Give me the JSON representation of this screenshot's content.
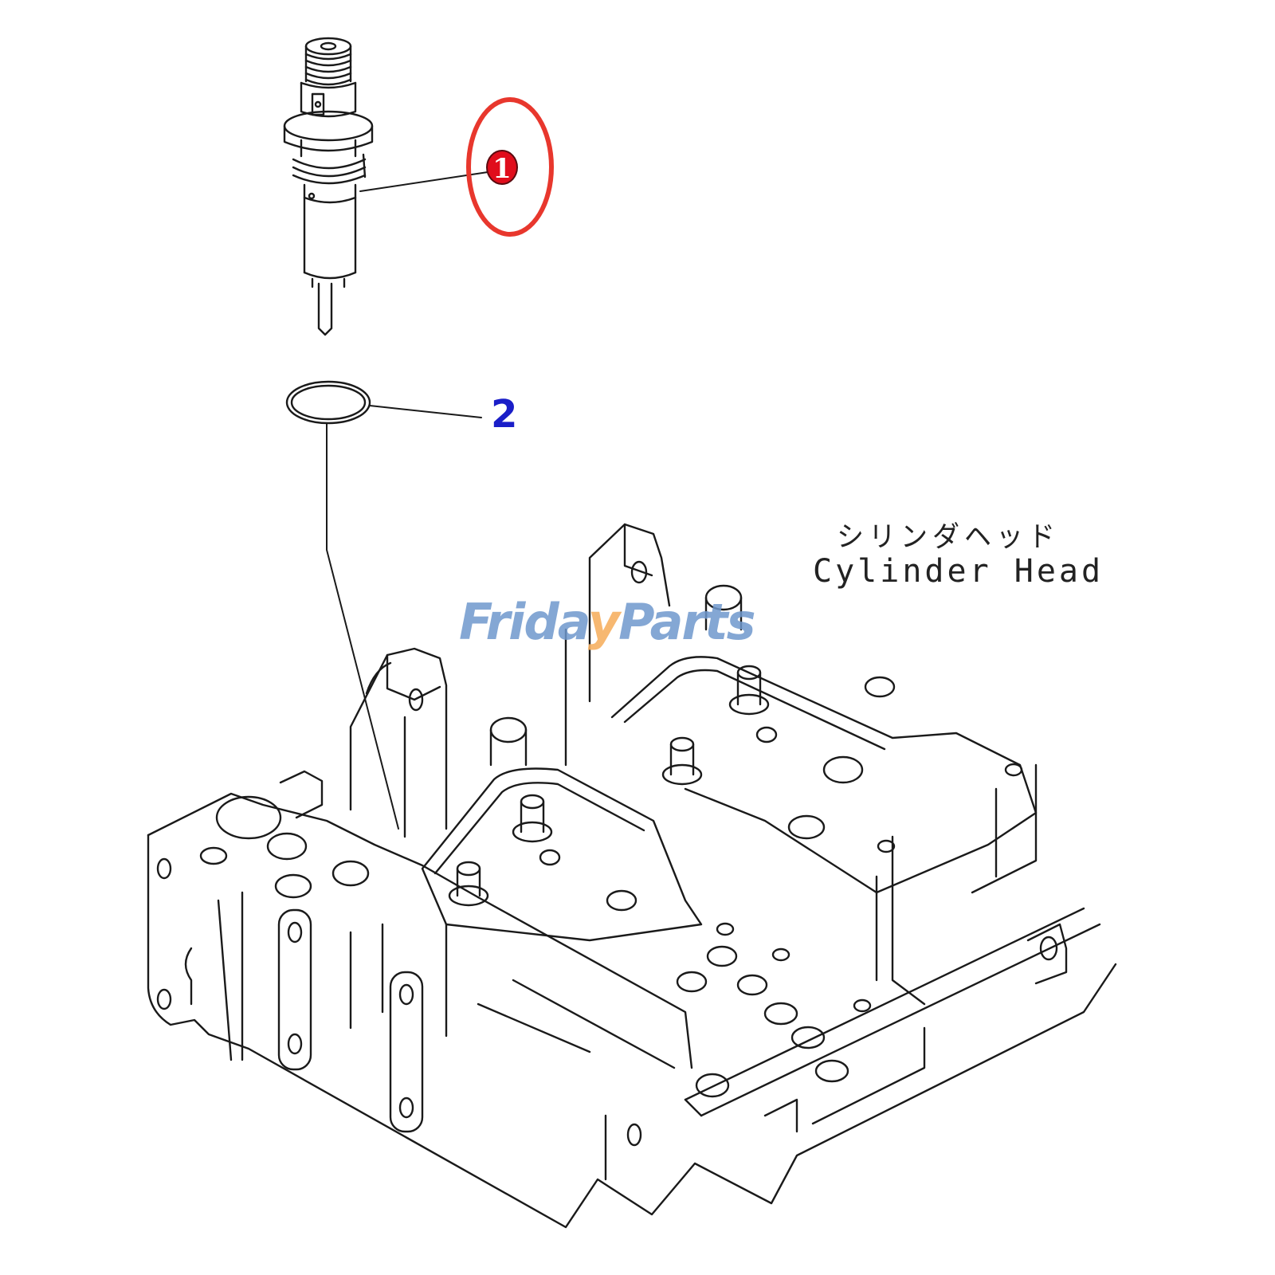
{
  "diagram": {
    "title": "Cylinder Head",
    "title_jp": "シリンダヘッド",
    "background": "#ffffff",
    "line_color": "#1a1a1a"
  },
  "callouts": [
    {
      "number": "1",
      "part": "fuel-injector",
      "style": "red-filled-circle",
      "color": "#e00d1c",
      "highlight_ring_color": "#e8372d"
    },
    {
      "number": "2",
      "part": "o-ring",
      "style": "plain-bold",
      "color": "#1a1ec8"
    }
  ],
  "watermark": {
    "text_left": "Frida",
    "text_check": "y",
    "text_right": "Parts",
    "brand_color": "#6e98cd",
    "accent_color": "#f6b062"
  }
}
